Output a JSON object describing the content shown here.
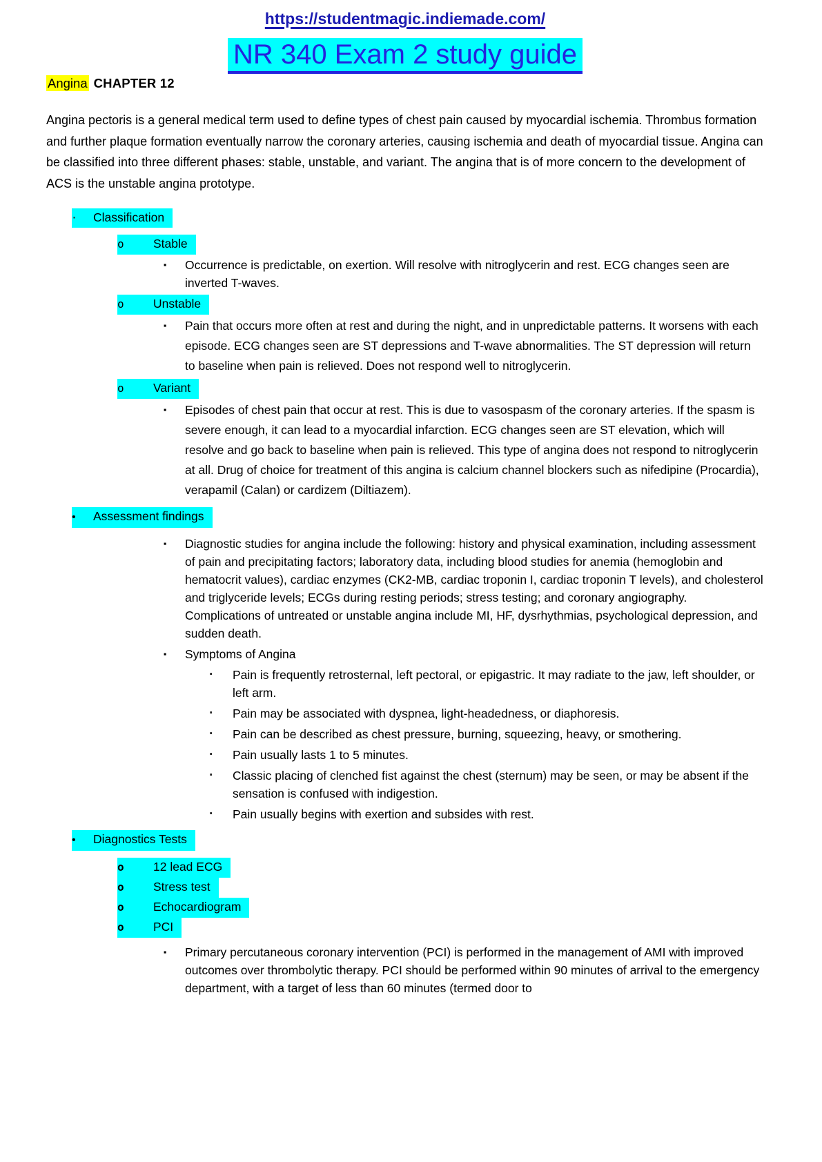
{
  "colors": {
    "highlight_cyan": "#00ffff",
    "highlight_yellow": "#ffff00",
    "title_blue": "#2424dd",
    "link_navy": "#1b1bb0"
  },
  "header": {
    "url": "https://studentmagic.indiemade.com/",
    "title": "NR 340 Exam 2 study guide"
  },
  "heading": {
    "highlighted": "Angina",
    "chapter": "CHAPTER 12"
  },
  "intro": "Angina pectoris is a general medical term used to define types of chest pain caused by myocardial ischemia. Thrombus formation and further plaque formation eventually narrow the coronary arteries, causing ischemia and death of myocardial tissue. Angina can be classified into three different phases: stable, unstable, and variant. The angina that is of more concern to the development of ACS is the unstable angina prototype.",
  "outline": [
    {
      "marker": "·",
      "text": "Classification"
    },
    {
      "marker": "o",
      "text": "Stable"
    },
    {
      "marker": "▪",
      "text": "Occurrence is predictable, on exertion. Will resolve with nitroglycerin and rest. ECG changes seen are inverted T-waves."
    },
    {
      "marker": "o",
      "text": "Unstable"
    },
    {
      "marker": "▪",
      "text": "Pain that occurs more often at rest and during the night, and in unpredictable patterns. It worsens with each episode. ECG changes seen are ST depressions and T-wave abnormalities. The ST depression will return to baseline when pain is relieved. Does not respond well to nitroglycerin."
    },
    {
      "marker": "o",
      "text": "Variant"
    },
    {
      "marker": "▪",
      "text": "Episodes of chest pain that occur at rest. This is due to vasospasm of the coronary arteries. If the spasm is severe enough, it can lead to a myocardial infarction. ECG changes seen are ST elevation, which will resolve and go back to baseline when pain is relieved. This type of angina does not respond to nitroglycerin at all. Drug of choice for treatment of this angina is calcium channel blockers such as nifedipine (Procardia), verapamil (Calan) or cardizem (Diltiazem)."
    },
    {
      "marker": "•",
      "text": "Assessment findings"
    },
    {
      "marker": "▪",
      "text": "Diagnostic studies for angina include the following: history and physical examination, including assessment of pain and precipitating factors; laboratory data, including blood studies for anemia (hemoglobin and hematocrit values), cardiac enzymes (CK2-MB, cardiac troponin I, cardiac troponin T levels), and cholesterol and triglyceride levels; ECGs during resting periods; stress testing; and coronary angiography. Complications of untreated or unstable angina include MI, HF, dysrhythmias, psychological depression, and sudden death."
    },
    {
      "marker": "▪",
      "text": "Symptoms of Angina"
    },
    {
      "marker": "·",
      "text": "Pain is frequently retrosternal, left pectoral, or epigastric. It may radiate to the jaw, left shoulder, or left arm."
    },
    {
      "marker": "·",
      "text": "Pain may be associated with dyspnea, light-headedness, or diaphoresis."
    },
    {
      "marker": "·",
      "text": "Pain can be described as chest pressure, burning, squeezing, heavy, or smothering."
    },
    {
      "marker": "·",
      "text": "Pain usually lasts 1 to 5 minutes."
    },
    {
      "marker": "·",
      "text": "Classic placing of clenched fist against the chest (sternum) may be seen, or may be absent if the sensation is confused with indigestion."
    },
    {
      "marker": "·",
      "text": "Pain usually begins with exertion and subsides with rest."
    },
    {
      "marker": "•",
      "text": "Diagnostics Tests"
    },
    {
      "marker": "o",
      "text": "12 lead ECG"
    },
    {
      "marker": "o",
      "text": "Stress test"
    },
    {
      "marker": "o",
      "text": "Echocardiogram"
    },
    {
      "marker": "o",
      "text": "PCI"
    },
    {
      "marker": "▪",
      "text": "Primary percutaneous coronary intervention (PCI) is performed in the management of AMI with improved outcomes over thrombolytic therapy. PCI should be performed within 90 minutes of arrival to the emergency department, with a target of less than 60 minutes (termed door to"
    }
  ]
}
